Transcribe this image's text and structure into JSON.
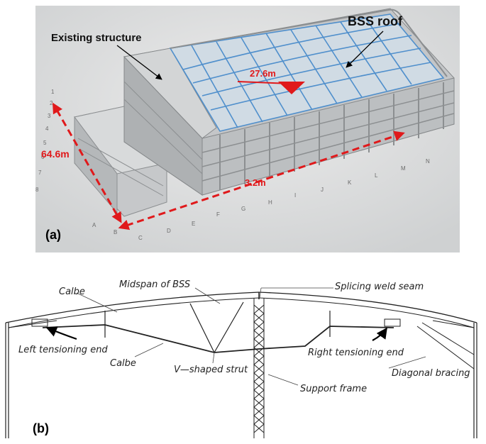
{
  "panel_a": {
    "label": "(a)",
    "callouts": {
      "existing_structure": "Existing structure",
      "bss_roof": "BSS roof"
    },
    "dimensions": {
      "span_a": "64.6m",
      "span_b": "3.2m",
      "span_c": "27.6m"
    },
    "colors": {
      "dimension": "#e0191b",
      "roof_truss": "#4f8fcc",
      "structure": "#bfc2c4",
      "background": "#dadcdd"
    }
  },
  "panel_b": {
    "label": "(b)",
    "labels": {
      "calbe_top": "Calbe",
      "midspan": "Midspan of BSS",
      "splicing": "Splicing weld seam",
      "left_end": "Left tensioning end",
      "calbe_bottom": "Calbe",
      "v_strut": "V—shaped strut",
      "right_end": "Right tensioning end",
      "support_frame": "Support frame",
      "diagonal": "Diagonal bracing"
    }
  }
}
